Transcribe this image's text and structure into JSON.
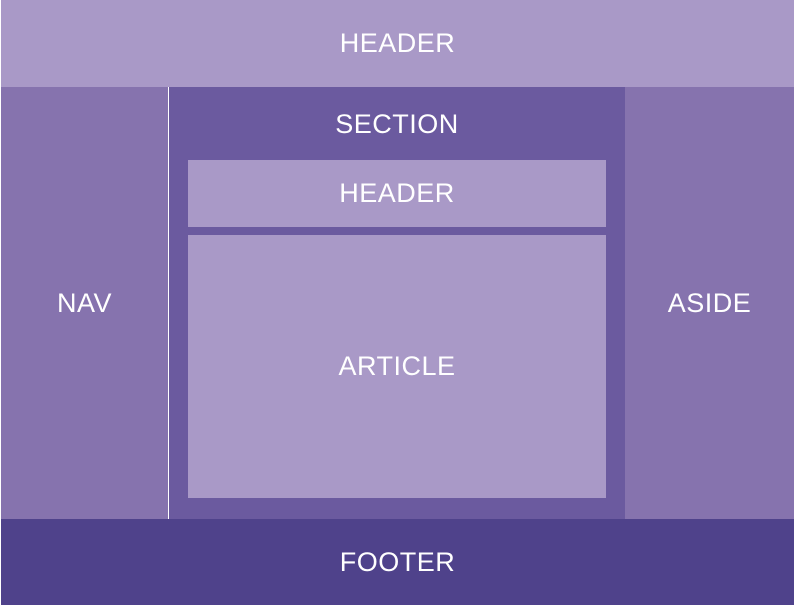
{
  "layout": {
    "header_label": "HEADER",
    "nav_label": "NAV",
    "section_label": "SECTION",
    "section_header_label": "HEADER",
    "article_label": "ARTICLE",
    "aside_label": "ASIDE",
    "footer_label": "FOOTER"
  },
  "colors": {
    "light": "#a999c7",
    "medium": "#8673ae",
    "section": "#6b5a9f",
    "dark": "#4f428b"
  }
}
